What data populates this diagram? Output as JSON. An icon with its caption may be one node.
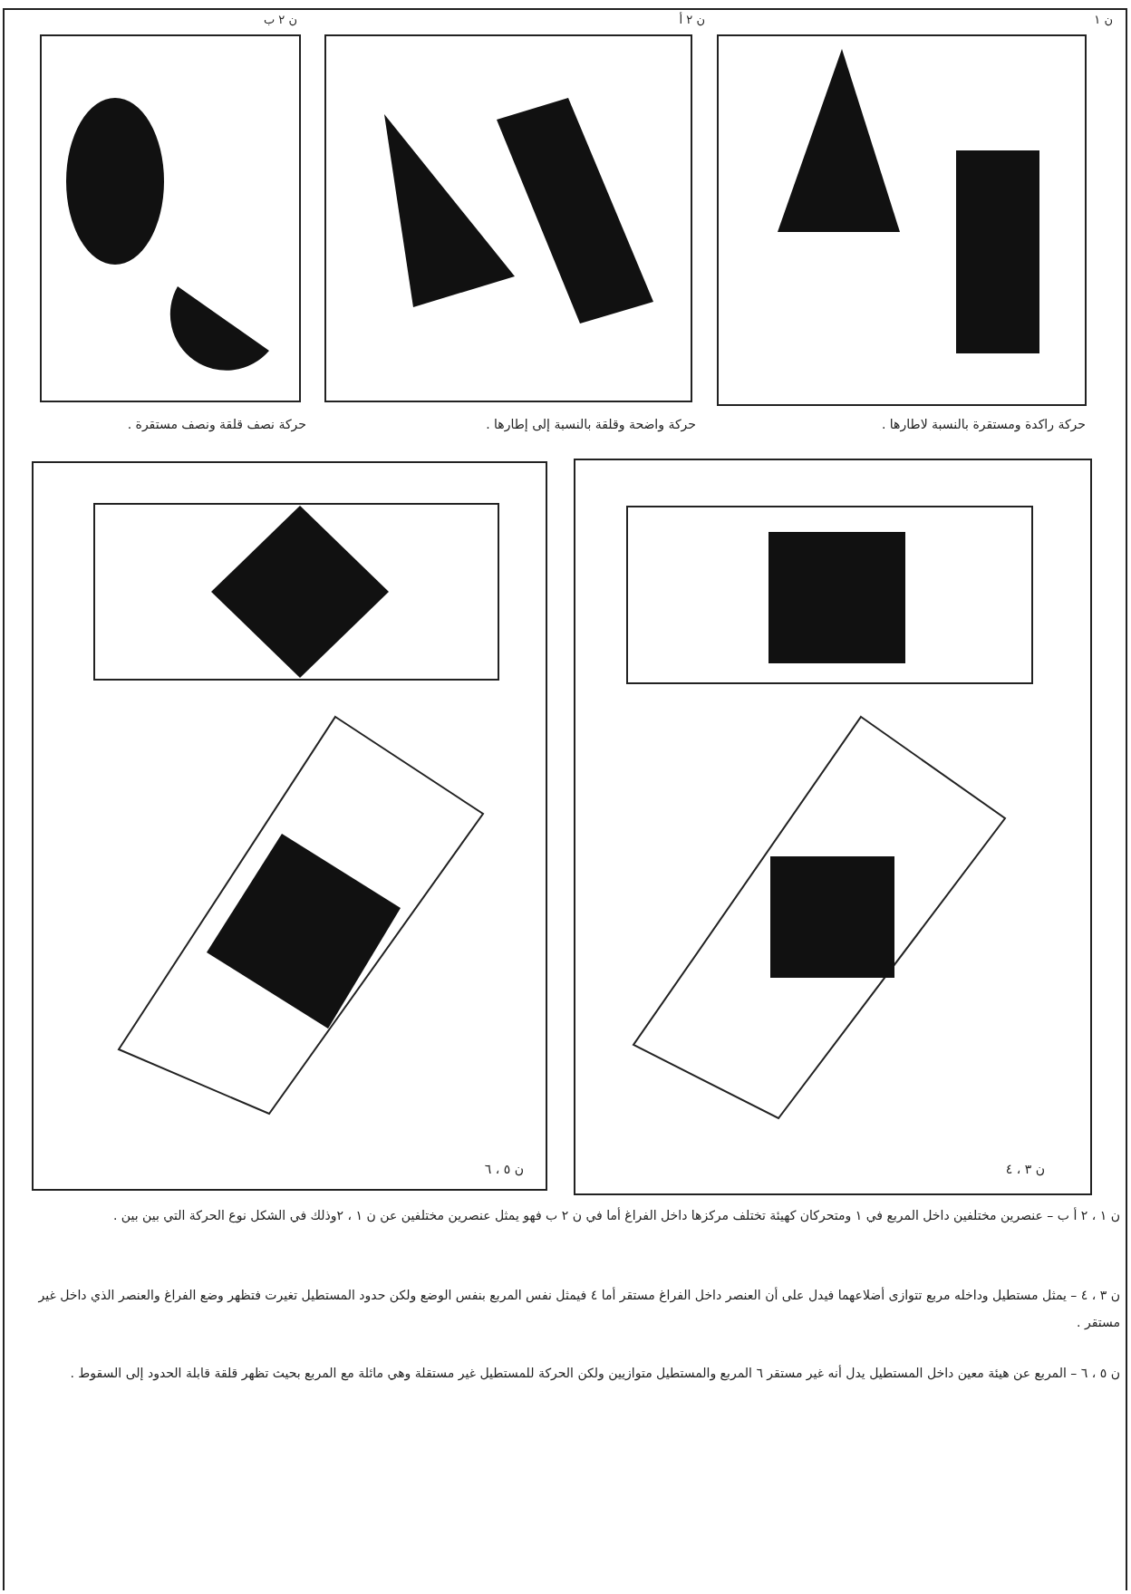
{
  "diagram": {
    "labels": [
      "ن ١",
      "ن ٢ أ",
      "ن ٢ ب",
      "حركة راكدة ومستقرة بالنسبة لاطارها .",
      "حركة واضحة وقلقة بالنسبة إلى إطارها .",
      "حركة نصف قلقة ونصف مستقرة .",
      "ن ٣ ، ٤",
      "ن ٥ ، ٦",
      "ن ١ ، ٢ أ ب – عنصرين مختلفين داخل المربع في ١ ومتحركان كهيئة تختلف مركزها داخل الفراغ أما في ن ٢ ب فهو يمثل عنصرين مختلفين عن ن ١ ، ٢وذلك في الشكل نوع الحركة التي بين بين .",
      "ن ٣ ، ٤ – يمثل مستطيل وداخله مربع تتوازى أضلاعهما فيدل على أن العنصر داخل الفراغ مستقر أما ٤ فيمثل نفس المربع بنفس الوضع ولكن حدود المستطيل تغيرت فتظهر وضع الفراغ والعنصر الذي داخل غير مستقر .",
      "ن ٥ ، ٦ – المربع عن هيئة معين داخل المستطيل يدل أنه غير مستقر ٦ المربع والمستطيل متوازيين ولكن الحركة للمستطيل غير مستقلة وهي مائلة مع المربع بحيث تظهر قلقة قابلة الحدود إلى السقوط ."
    ]
  }
}
